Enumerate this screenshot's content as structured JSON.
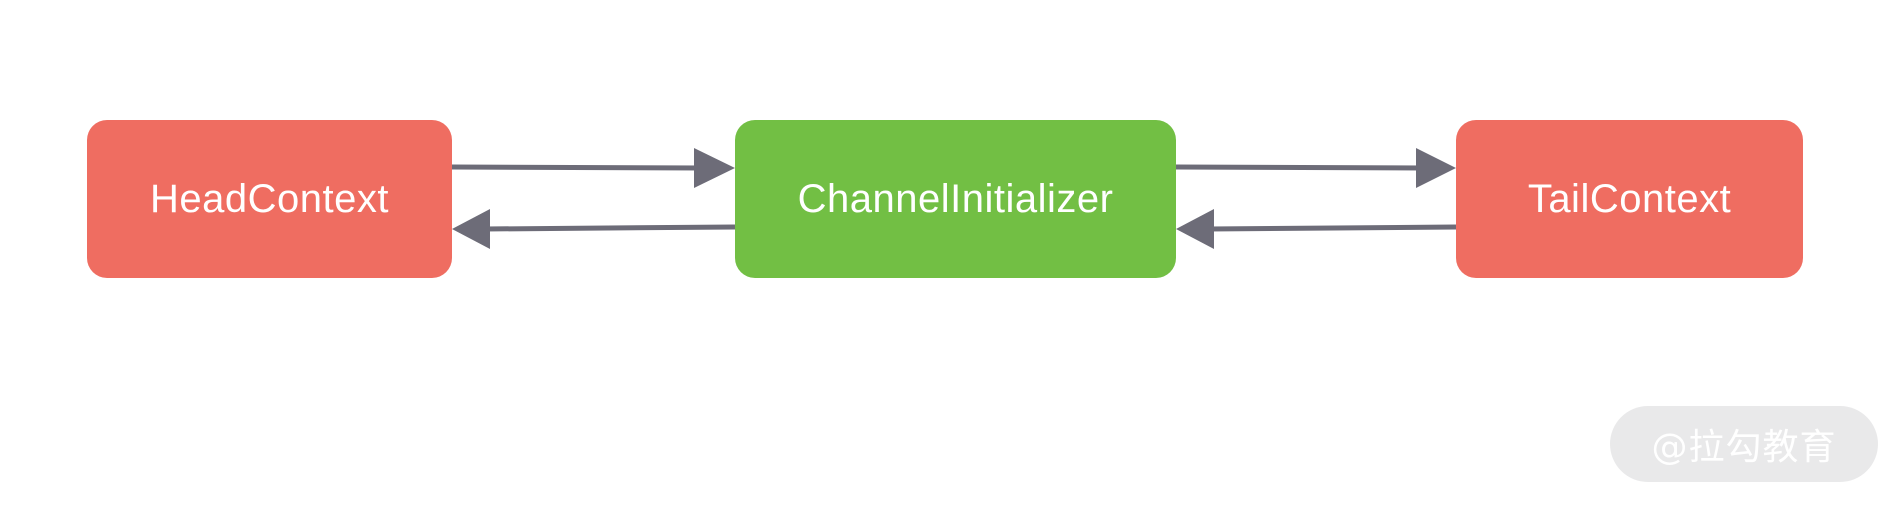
{
  "nodes": {
    "head": {
      "label": "HeadContext",
      "color": "#ef6d61"
    },
    "init": {
      "label": "ChannelInitializer",
      "color": "#72bf44"
    },
    "tail": {
      "label": "TailContext",
      "color": "#ef6d61"
    }
  },
  "edges": [
    {
      "from": "HeadContext",
      "to": "ChannelInitializer"
    },
    {
      "from": "ChannelInitializer",
      "to": "HeadContext"
    },
    {
      "from": "ChannelInitializer",
      "to": "TailContext"
    },
    {
      "from": "TailContext",
      "to": "ChannelInitializer"
    }
  ],
  "arrow_color": "#6d6c78",
  "watermark": {
    "text": "@拉勾教育"
  }
}
